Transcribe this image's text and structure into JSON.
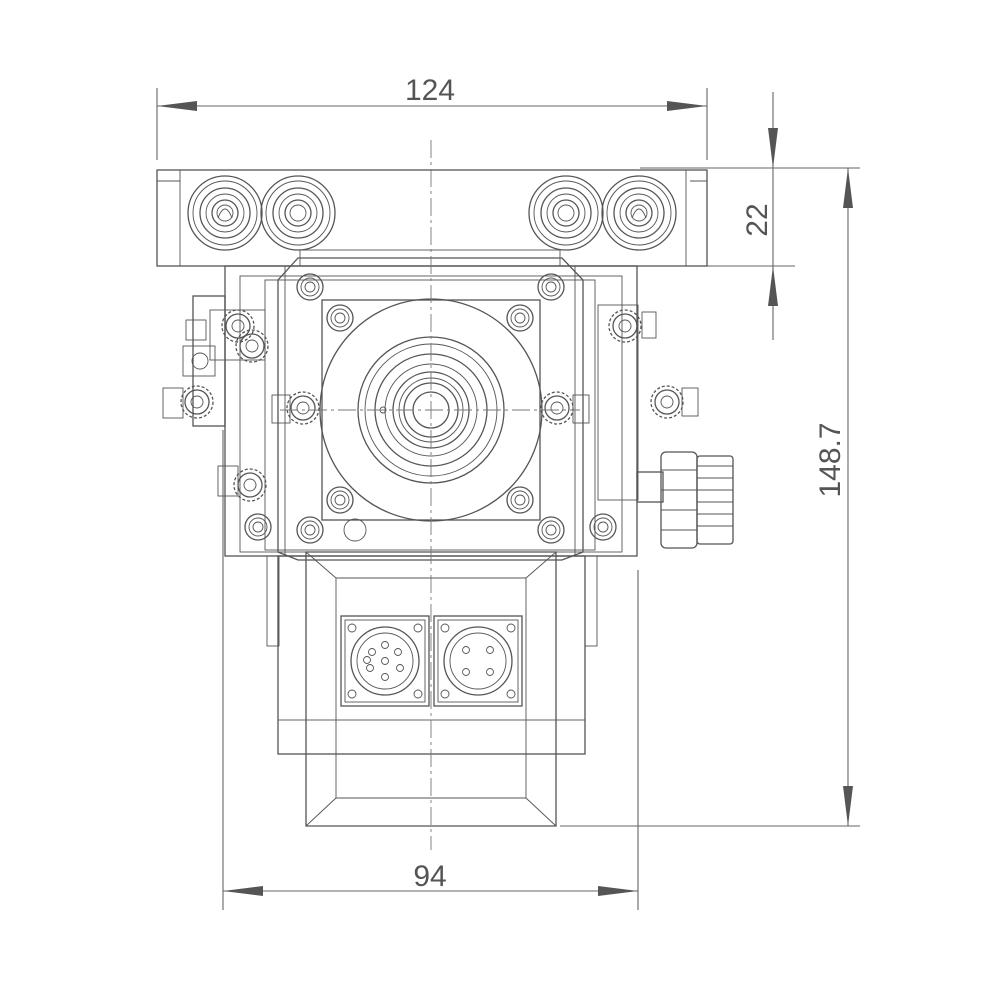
{
  "dimensions": {
    "top_width": "124",
    "bottom_width": "94",
    "right_height": "148.7",
    "right_top_height": "22"
  },
  "colors": {
    "line": "#555555",
    "background": "#ffffff"
  }
}
